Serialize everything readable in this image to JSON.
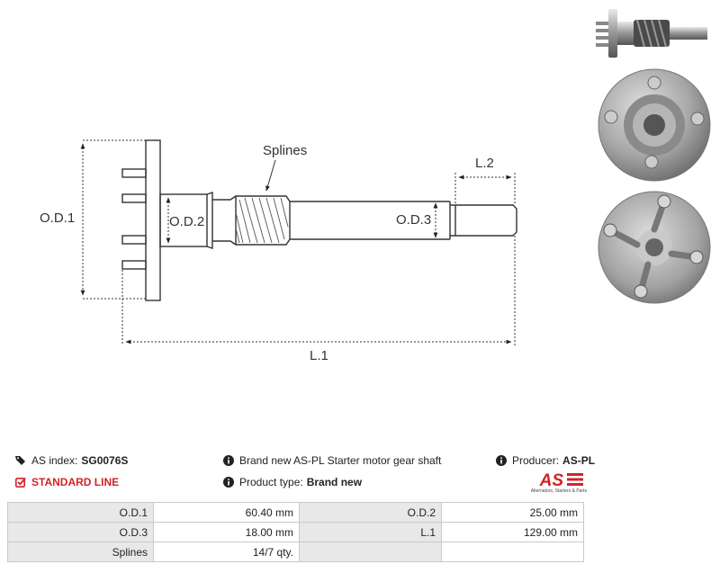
{
  "drawing": {
    "labels": {
      "od1": "O.D.1",
      "od2": "O.D.2",
      "od3": "O.D.3",
      "l1": "L.1",
      "l2": "L.2",
      "splines": "Splines"
    }
  },
  "photos": [
    {
      "name": "side-view",
      "icon": "gear-shaft-side-photo"
    },
    {
      "name": "flange-front-view",
      "icon": "flange-front-photo"
    },
    {
      "name": "flange-back-view",
      "icon": "flange-back-photo"
    }
  ],
  "info": {
    "as_index_label": "AS index:",
    "as_index_value": "SG0076S",
    "description": "Brand new AS-PL Starter motor gear shaft",
    "producer_label": "Producer:",
    "producer_value": "AS-PL",
    "line_label": "STANDARD LINE",
    "product_type_label": "Product type:",
    "product_type_value": "Brand new",
    "logo_text": "AS",
    "logo_subtitle": "Alternators, Starters & Parts"
  },
  "colors": {
    "accent_red": "#d2232a",
    "label_bg": "#e8e8e8",
    "border": "#c9c9c9"
  },
  "specs": [
    {
      "label1": "O.D.1",
      "value1": "60.40 mm",
      "label2": "O.D.2",
      "value2": "25.00 mm"
    },
    {
      "label1": "O.D.3",
      "value1": "18.00 mm",
      "label2": "L.1",
      "value2": "129.00 mm"
    },
    {
      "label1": "Splines",
      "value1": "14/7 qty.",
      "label2": "",
      "value2": ""
    }
  ]
}
